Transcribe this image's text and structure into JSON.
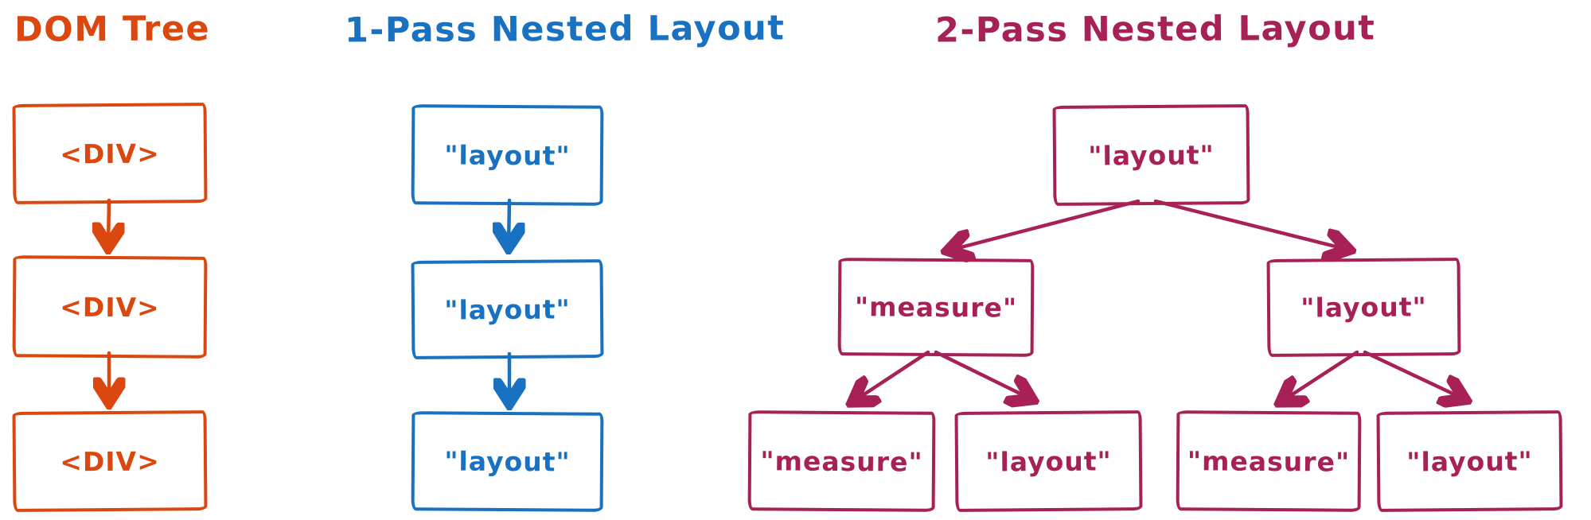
{
  "colors": {
    "dom_tree": "#da470f",
    "one_pass": "#1971c2",
    "two_pass": "#a72156"
  },
  "sections": [
    {
      "title": "DOM Tree",
      "nodes": [
        {
          "label": "<DIV>"
        },
        {
          "label": "<DIV>"
        },
        {
          "label": "<DIV>"
        }
      ]
    },
    {
      "title": "1-Pass Nested Layout",
      "nodes": [
        {
          "label": "\"layout\""
        },
        {
          "label": "\"layout\""
        },
        {
          "label": "\"layout\""
        }
      ]
    },
    {
      "title": "2-Pass Nested Layout",
      "nodes": [
        {
          "label": "\"layout\""
        },
        {
          "label": "\"measure\""
        },
        {
          "label": "\"layout\""
        },
        {
          "label": "\"measure\""
        },
        {
          "label": "\"layout\""
        },
        {
          "label": "\"measure\""
        },
        {
          "label": "\"layout\""
        }
      ]
    }
  ]
}
